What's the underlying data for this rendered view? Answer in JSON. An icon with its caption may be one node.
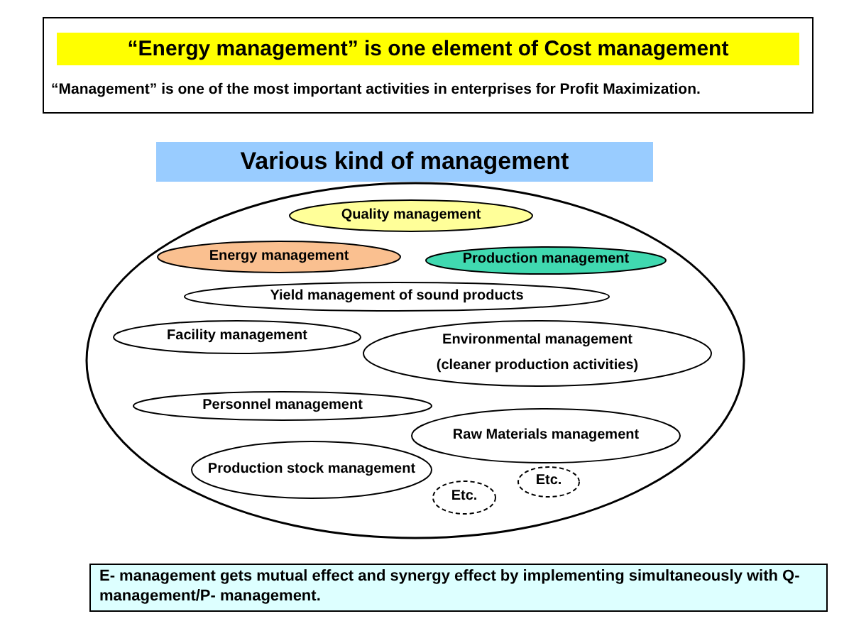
{
  "diagram": {
    "nodes": [
      {
        "text": [
          "“Energy management” is one element of Cost management",
          "“Management” is one of the most important activities in enterprises for Profit Maximization."
        ]
      },
      {
        "text": [
          "Various kind of management"
        ]
      },
      {
        "text": [],
        "shape": "ellipse"
      },
      {
        "text": [
          "Quality management"
        ],
        "in": 2
      },
      {
        "text": [
          "Energy management"
        ],
        "in": 2
      },
      {
        "text": [
          "Production management"
        ],
        "in": 2
      },
      {
        "text": [
          "Yield management of sound products"
        ],
        "in": 2
      },
      {
        "text": [
          "Facility management"
        ],
        "in": 2
      },
      {
        "text": [
          "Environmental management",
          "(cleaner production activities)"
        ],
        "in": 2
      },
      {
        "text": [
          "Personnel management"
        ],
        "in": 2
      },
      {
        "text": [
          "Raw Materials management"
        ],
        "in": 2
      },
      {
        "text": [
          "Production stock management"
        ],
        "in": 2
      },
      {
        "text": [
          "Etc."
        ],
        "in": 2
      },
      {
        "text": [
          "Etc."
        ],
        "in": 2
      },
      {
        "text": [
          "E- management gets mutual effect and synergy effect by implementing simultaneously with Q- management/P- management."
        ]
      }
    ]
  }
}
